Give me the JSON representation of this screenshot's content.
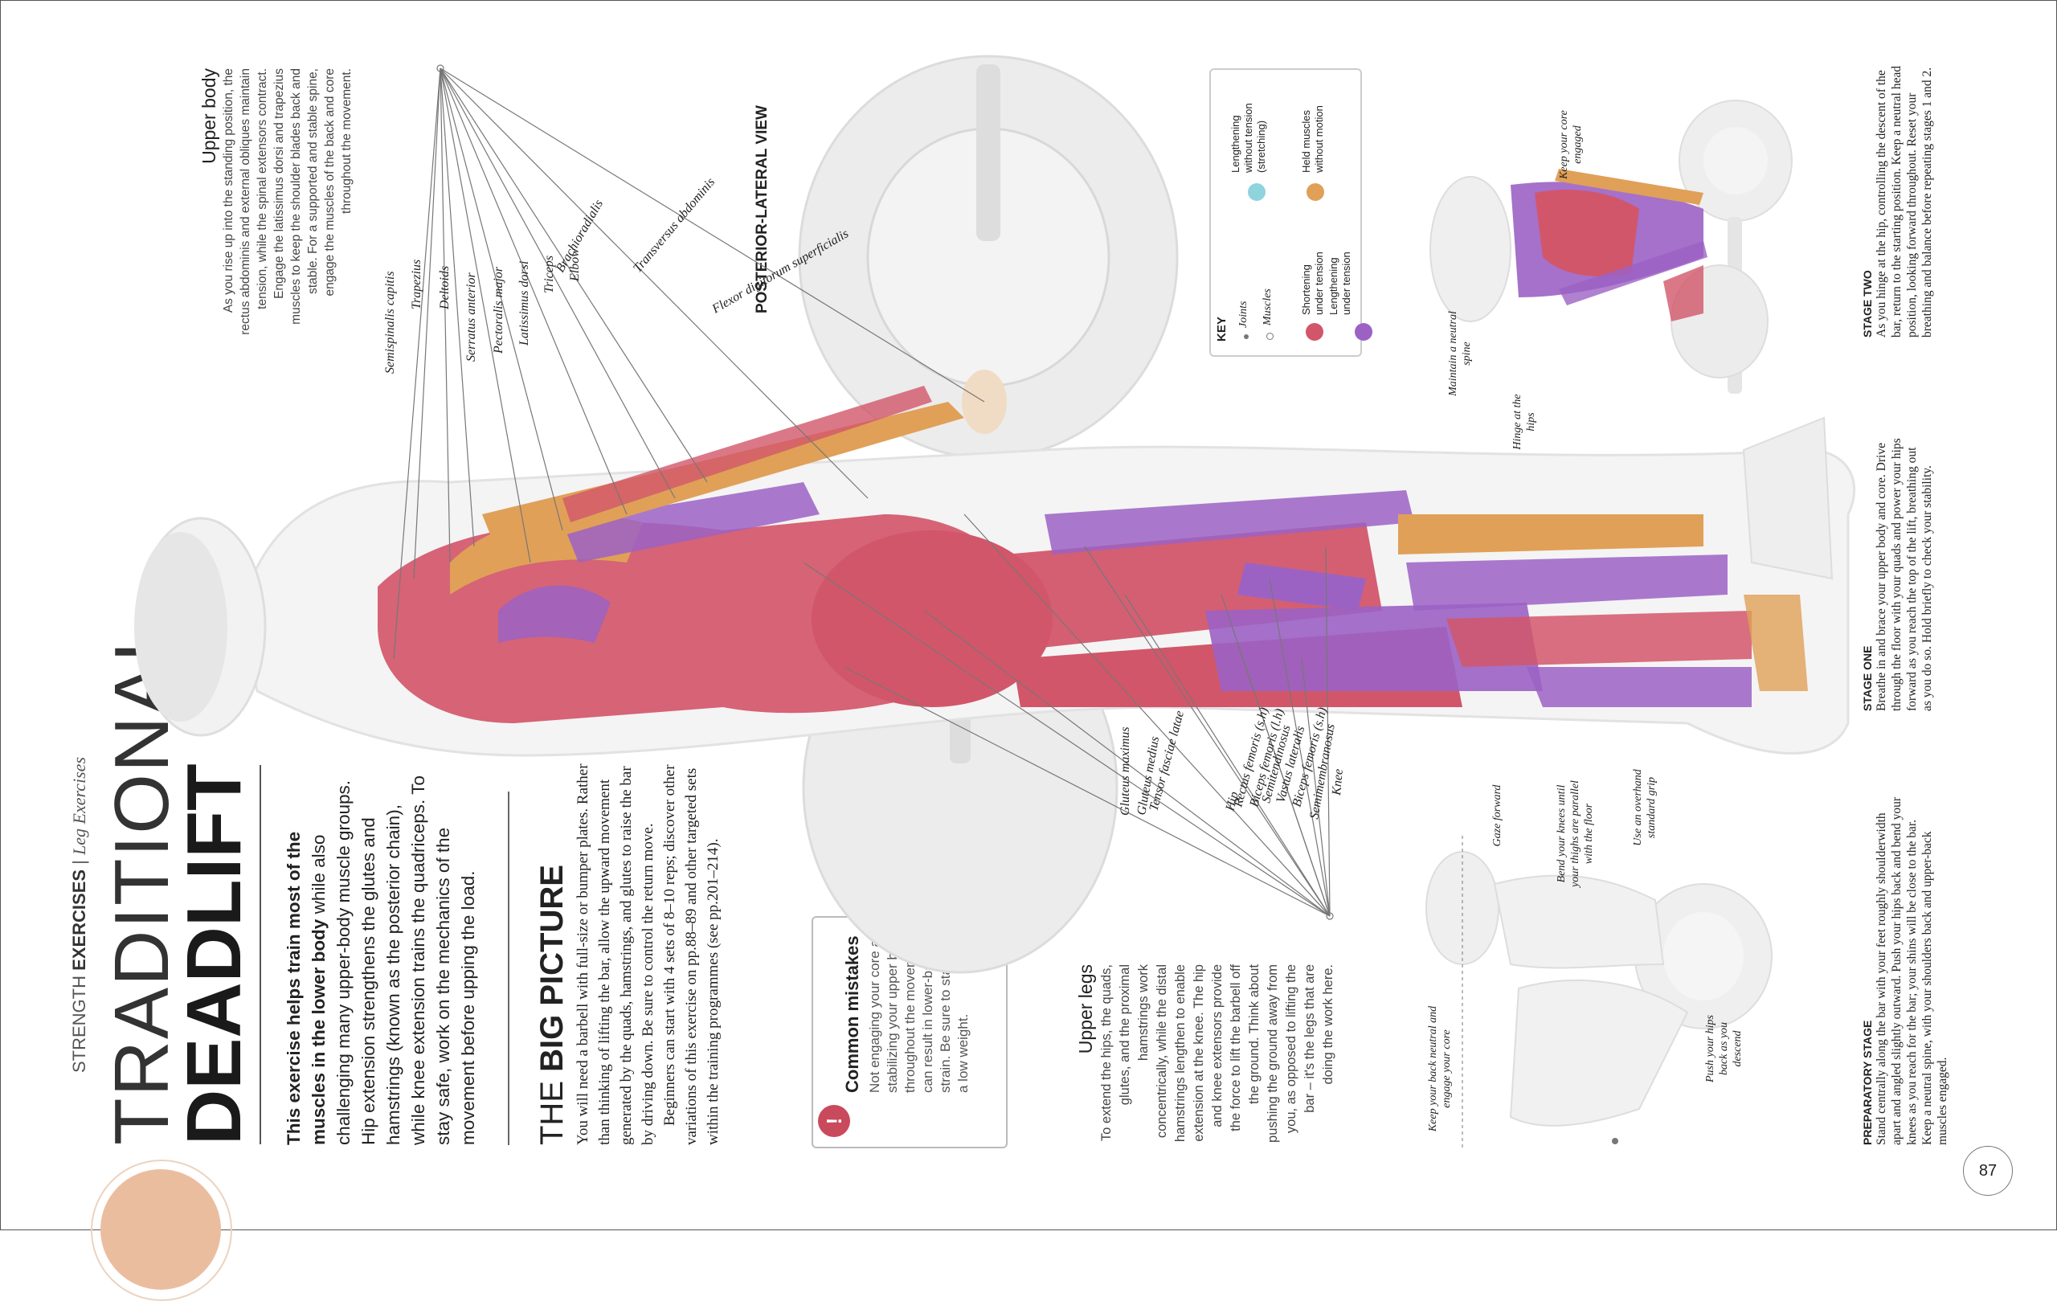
{
  "header": {
    "section": "STRENGTH",
    "section_bold": "EXERCISES",
    "separator": "|",
    "category": "Leg Exercises"
  },
  "title": {
    "line1": "TRADITIONAL",
    "line2": "DEADLIFT"
  },
  "intro": {
    "bold": "This exercise helps train most of the muscles in the lower body",
    "rest": " while also challenging many upper-body muscle groups. Hip extension strengthens the glutes and hamstrings (known as the posterior chain), while knee extension trains the quadriceps. To stay safe, work on the mechanics of the movement before upping the load."
  },
  "big_picture": {
    "heading_light": "THE",
    "heading_bold": "BIG PICTURE",
    "p1": "You will need a barbell with full-size or bumper plates. Rather than thinking of lifting the bar, allow the upward movement generated by the quads, hamstrings, and glutes to raise the bar by driving down. Be sure to control the return move.",
    "p2": "Beginners can start with 4 sets of 8–10 reps; discover other variations of this exercise on pp.88–89 and other targeted sets within the training programmes (see pp.201–214)."
  },
  "mistakes": {
    "icon": "!",
    "title": "Common mistakes",
    "text": "Not engaging your core and stabilizing your upper body throughout the movement can result in lower-back strain. Be sure to start with a low weight."
  },
  "upper_legs": {
    "title": "Upper legs",
    "text": "To extend the hips, the quads, glutes, and the proximal hamstrings work concentrically, while the distal hamstrings lengthen to enable extension at the knee. The hip and knee extensors provide the force to lift the barbell off the ground. Think about pushing the ground away from you, as opposed to lifting the bar – it's the legs that are doing the work here."
  },
  "upper_body": {
    "title": "Upper body",
    "text": "As you rise up into the standing position, the rectus abdominis and external obliques maintain tension, while the spinal extensors contract. Engage the latissimus dorsi and trapezius muscles to keep the shoulder blades back and stable. For a supported and stable spine, engage the muscles of the back and core throughout the movement."
  },
  "view_label": "POSTERIOR-LATERAL VIEW",
  "upper_labels": [
    "Semispinalis capitis",
    "Trapezius",
    "Deltoids",
    "Serratus anterior",
    "Pectoralis major",
    "Latissimus dorsi",
    "Triceps",
    "Elbow",
    "Brachioradialis",
    "Transversus abdominis",
    "Flexor digitorum superficialis"
  ],
  "lower_labels": [
    "Gluteus maximus",
    "Gluteus medius",
    "Tensor fasciae latae",
    "Hip",
    "Rectus femoris (s.h)",
    "Biceps femoris (l.h)",
    "Semitendinosus",
    "Vastus lateralis",
    "Biceps femoris (s.h)",
    "Semimembranosus",
    "Knee"
  ],
  "key": {
    "title": "KEY",
    "joints": "Joints",
    "muscles": "Muscles",
    "items": [
      {
        "label": "Shortening under tension",
        "color": "#d2566a"
      },
      {
        "label": "Lengthening under tension",
        "color": "#9b62c4"
      },
      {
        "label": "Lengthening without tension (stretching)",
        "color": "#8fd3dd"
      },
      {
        "label": "Held muscles without motion",
        "color": "#e0a058"
      }
    ]
  },
  "stage_two_fig": {
    "keep_core": "Keep your core engaged",
    "maintain_spine": "Maintain a neutral spine",
    "hinge": "Hinge at the hips"
  },
  "prep_fig": {
    "gaze": "Gaze forward",
    "bend_knees": "Bend your knees until your thighs are parallel with the floor",
    "overhand": "Use an overhand standard grip",
    "keep_back": "Keep your back neutral and engage your core",
    "push_hips": "Push your hips back as you descend"
  },
  "stages": {
    "stage_two": {
      "title": "STAGE TWO",
      "text": "As you hinge at the hip, controlling the descent of the bar, return to the starting position. Keep a neutral head position, looking forward throughout. Reset your breathing and balance before repeating stages 1 and 2."
    },
    "stage_one": {
      "title": "STAGE ONE",
      "text": "Breathe in and brace your upper body and core. Drive through the floor with your quads and power your hips forward as you reach the top of the lift, breathing out as you do so. Hold briefly to check your stability."
    },
    "preparatory": {
      "title": "PREPARATORY STAGE",
      "text": "Stand centrally along the bar with your feet roughly shoulderwidth apart and angled slightly outward. Push your hips back and bend your knees as you reach for the bar; your shins will be close to the bar. Keep a neutral spine, with your shoulders back and upper-back muscles engaged."
    }
  },
  "page_number": "87",
  "colors": {
    "shortening": "#d2566a",
    "lengthening": "#9b62c4",
    "held": "#e0a058",
    "stretch": "#8fd3dd",
    "accent": "#e8b898"
  }
}
